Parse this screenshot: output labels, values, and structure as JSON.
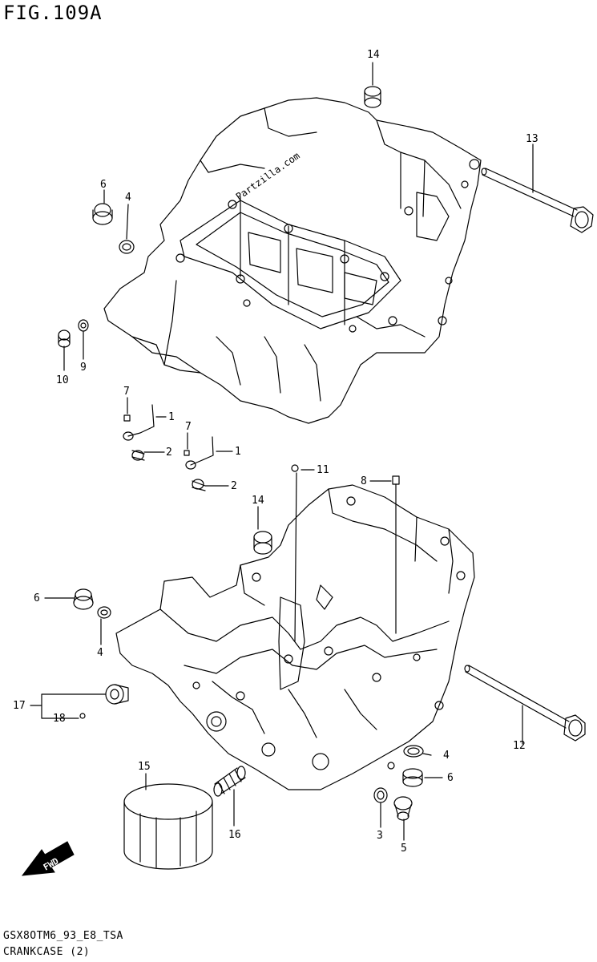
{
  "figure": {
    "title": "FIG.109A",
    "footer_code": "GSX8OTM6_93_E8_TSA",
    "footer_name": "CRANKCASE (2)",
    "watermark": "Partzilla.com"
  },
  "parts": [
    {
      "id": "callout-1a",
      "label": "1"
    },
    {
      "id": "callout-1b",
      "label": "1"
    },
    {
      "id": "callout-2a",
      "label": "2"
    },
    {
      "id": "callout-2b",
      "label": "2"
    },
    {
      "id": "callout-3",
      "label": "3"
    },
    {
      "id": "callout-4a",
      "label": "4"
    },
    {
      "id": "callout-4b",
      "label": "4"
    },
    {
      "id": "callout-4c",
      "label": "4"
    },
    {
      "id": "callout-5",
      "label": "5"
    },
    {
      "id": "callout-6a",
      "label": "6"
    },
    {
      "id": "callout-6b",
      "label": "6"
    },
    {
      "id": "callout-6c",
      "label": "6"
    },
    {
      "id": "callout-7a",
      "label": "7"
    },
    {
      "id": "callout-7b",
      "label": "7"
    },
    {
      "id": "callout-8",
      "label": "8"
    },
    {
      "id": "callout-9",
      "label": "9"
    },
    {
      "id": "callout-10",
      "label": "10"
    },
    {
      "id": "callout-11",
      "label": "11"
    },
    {
      "id": "callout-12",
      "label": "12"
    },
    {
      "id": "callout-13",
      "label": "13"
    },
    {
      "id": "callout-14a",
      "label": "14"
    },
    {
      "id": "callout-14b",
      "label": "14"
    },
    {
      "id": "callout-15",
      "label": "15"
    },
    {
      "id": "callout-16",
      "label": "16"
    },
    {
      "id": "callout-17",
      "label": "17"
    },
    {
      "id": "callout-18",
      "label": "18"
    }
  ],
  "fwd_label": "FWD"
}
